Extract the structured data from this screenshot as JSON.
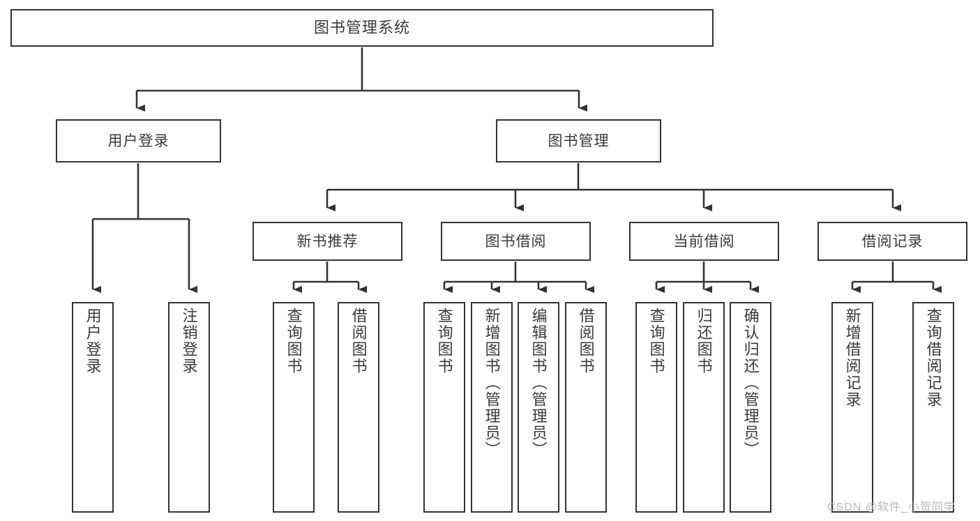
{
  "diagram": {
    "type": "tree-hierarchy-chart",
    "title": "图书管理系统",
    "nodes": {
      "root": {
        "label": "图书管理系统"
      },
      "user_login": {
        "label": "用户登录"
      },
      "book_manage": {
        "label": "图书管理"
      },
      "new_rec": {
        "label": "新书推荐"
      },
      "borrow": {
        "label": "图书借阅"
      },
      "current": {
        "label": "当前借阅"
      },
      "records": {
        "label": "借阅记录"
      },
      "leaf_user_login": {
        "label": "用户登录"
      },
      "leaf_logout": {
        "label": "注销登录"
      },
      "leaf_query_book_1": {
        "label": "查询图书"
      },
      "leaf_borrow_book_1": {
        "label": "借阅图书"
      },
      "leaf_query_book_2": {
        "label": "查询图书"
      },
      "leaf_add_book": {
        "label": "新增图书（管理员）"
      },
      "leaf_edit_book": {
        "label": "编辑图书（管理员）"
      },
      "leaf_borrow_book_2": {
        "label": "借阅图书"
      },
      "leaf_query_book_3": {
        "label": "查询图书"
      },
      "leaf_return_book": {
        "label": "归还图书"
      },
      "leaf_confirm_return": {
        "label": "确认归还（管理员）"
      },
      "leaf_add_record": {
        "label": "新增借阅记录"
      },
      "leaf_query_record": {
        "label": "查询借阅记录"
      }
    },
    "edges": [
      {
        "from": "root",
        "to": "user_login"
      },
      {
        "from": "root",
        "to": "book_manage"
      },
      {
        "from": "user_login",
        "to": "leaf_user_login"
      },
      {
        "from": "user_login",
        "to": "leaf_logout"
      },
      {
        "from": "book_manage",
        "to": "new_rec"
      },
      {
        "from": "book_manage",
        "to": "borrow"
      },
      {
        "from": "book_manage",
        "to": "current"
      },
      {
        "from": "book_manage",
        "to": "records"
      },
      {
        "from": "new_rec",
        "to": "leaf_query_book_1"
      },
      {
        "from": "new_rec",
        "to": "leaf_borrow_book_1"
      },
      {
        "from": "borrow",
        "to": "leaf_query_book_2"
      },
      {
        "from": "borrow",
        "to": "leaf_add_book"
      },
      {
        "from": "borrow",
        "to": "leaf_edit_book"
      },
      {
        "from": "borrow",
        "to": "leaf_borrow_book_2"
      },
      {
        "from": "current",
        "to": "leaf_query_book_3"
      },
      {
        "from": "current",
        "to": "leaf_return_book"
      },
      {
        "from": "current",
        "to": "leaf_confirm_return"
      },
      {
        "from": "records",
        "to": "leaf_add_record"
      },
      {
        "from": "records",
        "to": "leaf_query_record"
      }
    ],
    "colors": {
      "background": "#ffffff",
      "box_border": "#333333",
      "box_fill": "#ffffff",
      "text": "#3a3a3a",
      "connector": "#333333",
      "watermark": "#b9b9b9"
    }
  },
  "watermark": {
    "text": "CSDN @软件_小贺同学"
  }
}
